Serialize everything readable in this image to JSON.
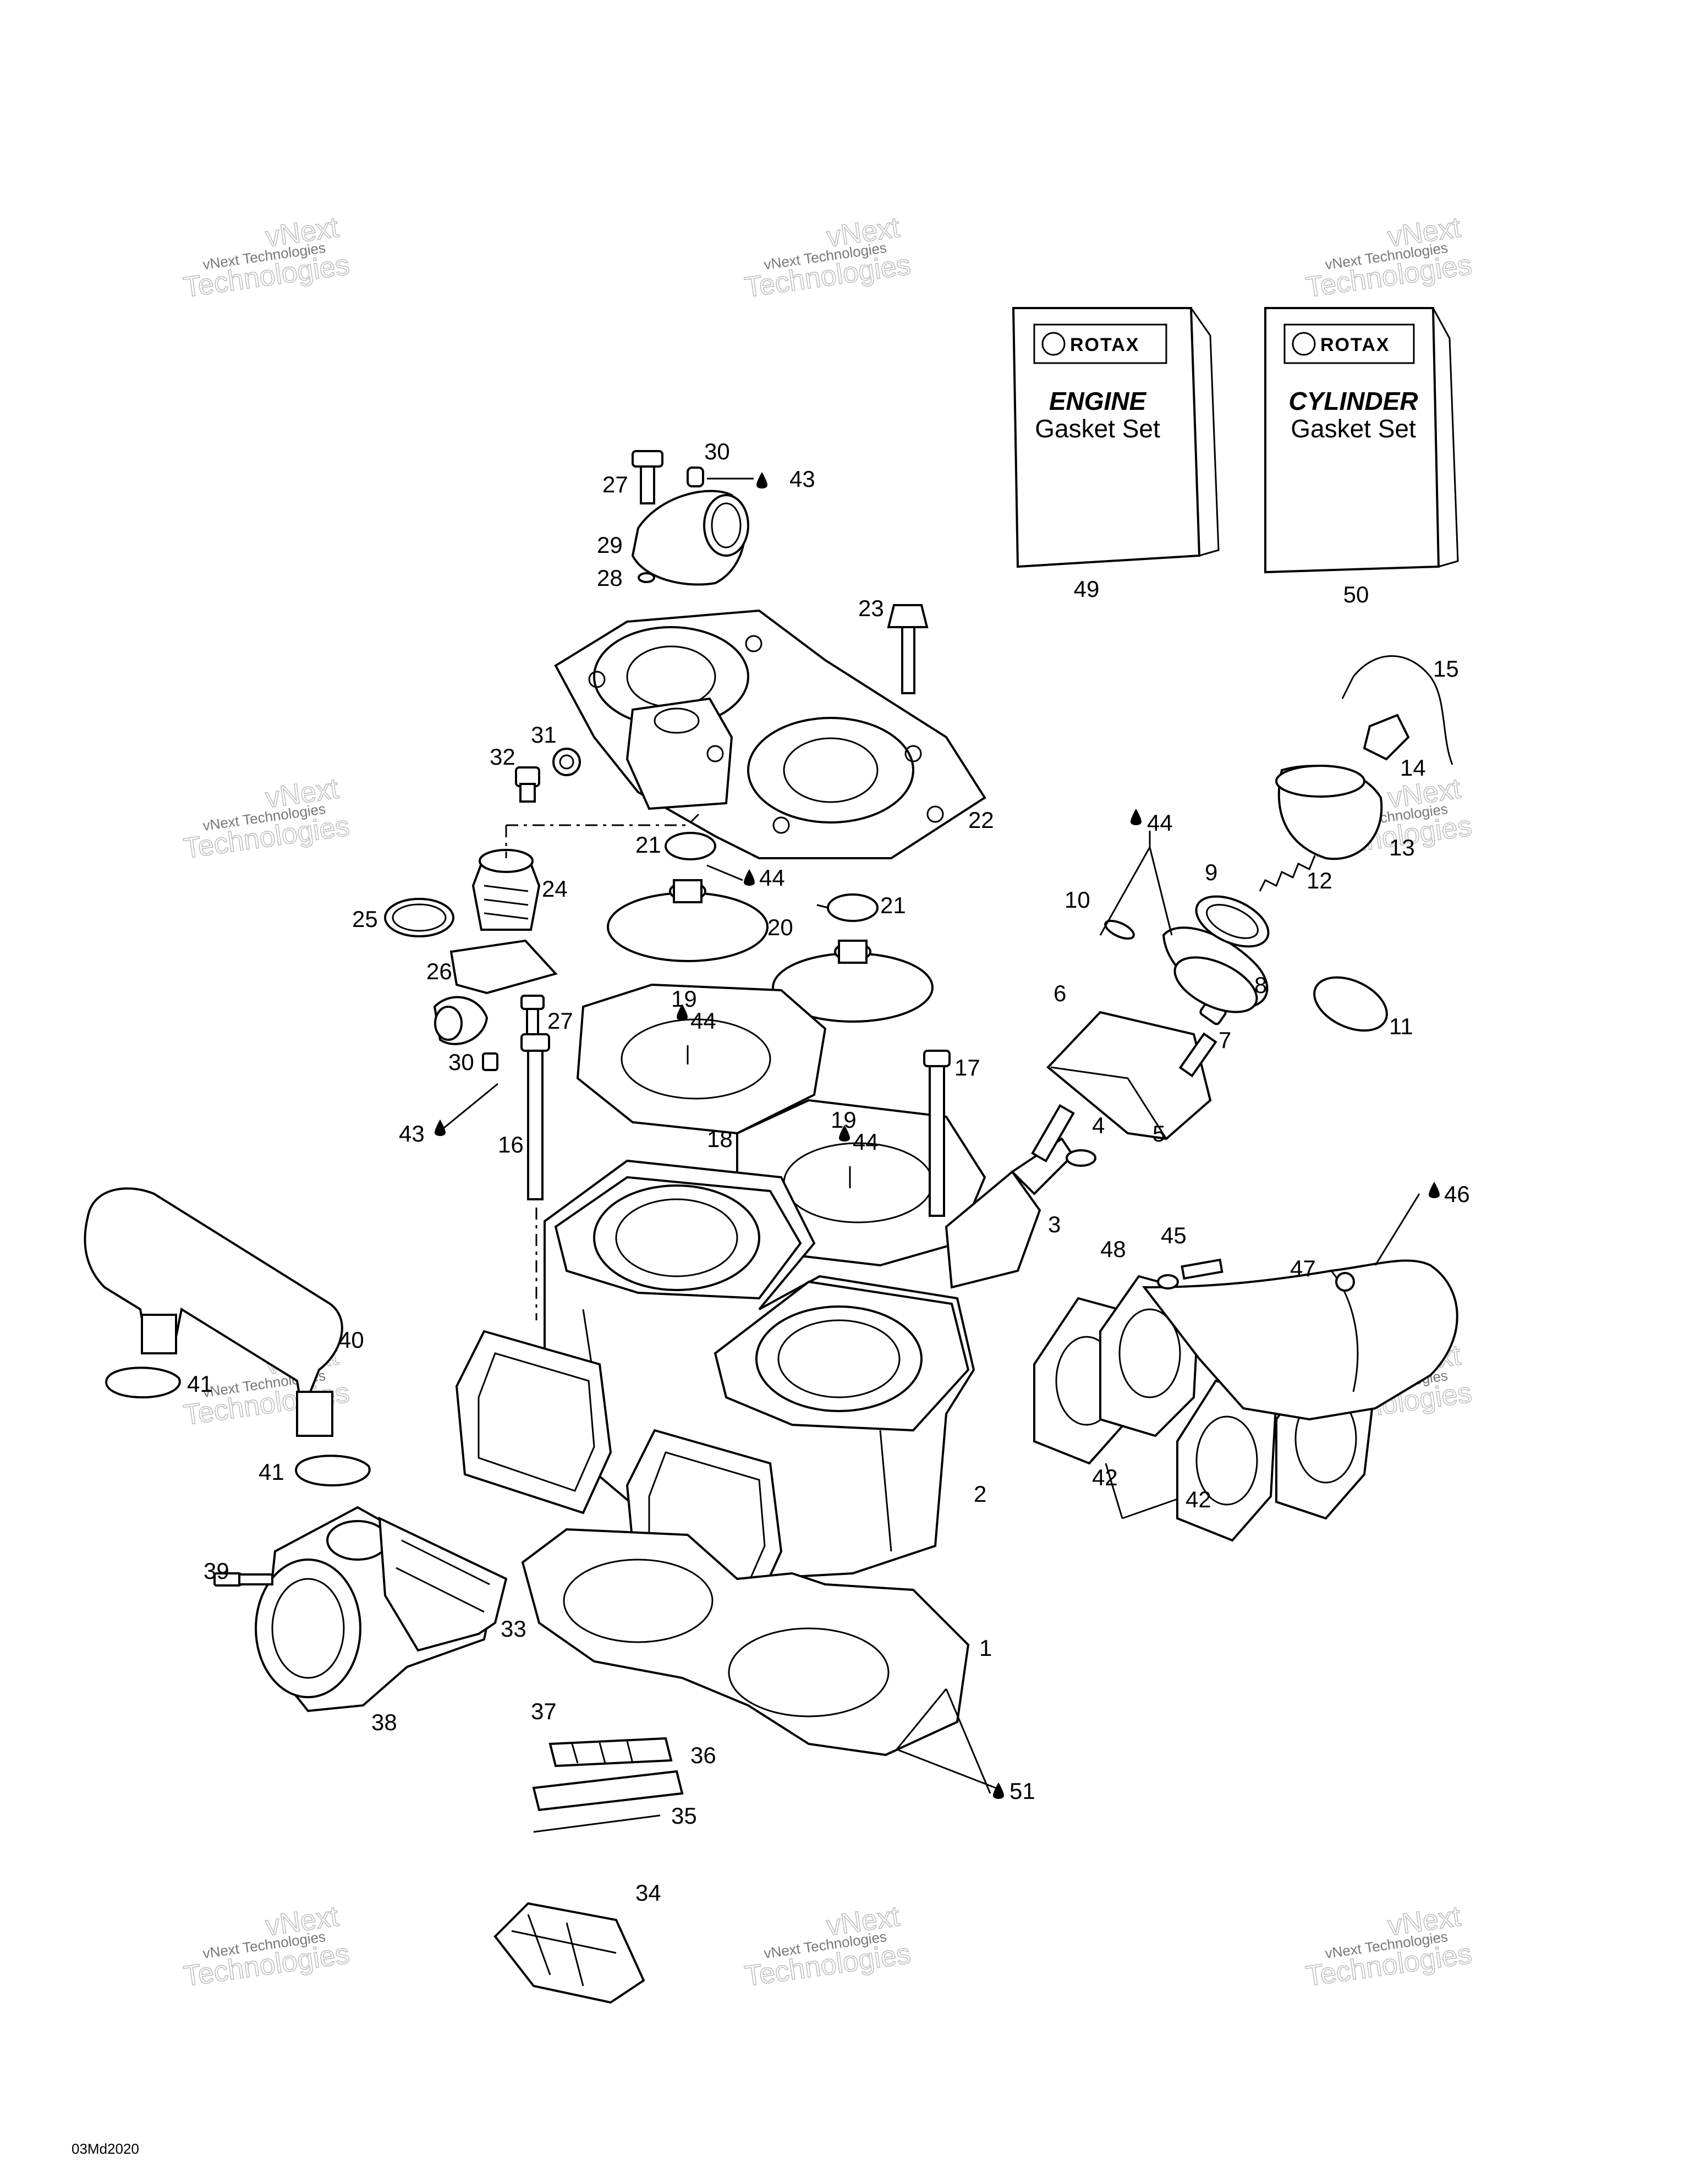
{
  "watermark": {
    "line1": "vNext Technologies",
    "line2": "Technologies",
    "overlay": "vNext"
  },
  "booklets": [
    {
      "brand": "ROTAX",
      "title": "ENGINE",
      "subtitle": "Gasket Set",
      "ref": "49"
    },
    {
      "brand": "ROTAX",
      "title": "CYLINDER",
      "subtitle": "Gasket Set",
      "ref": "50"
    }
  ],
  "callouts": [
    "1",
    "2",
    "3",
    "4",
    "5",
    "6",
    "7",
    "8",
    "9",
    "10",
    "11",
    "12",
    "13",
    "14",
    "15",
    "16",
    "17",
    "18",
    "19",
    "19",
    "20",
    "21",
    "21",
    "22",
    "23",
    "24",
    "25",
    "26",
    "27",
    "27",
    "28",
    "29",
    "30",
    "30",
    "31",
    "32",
    "33",
    "34",
    "35",
    "36",
    "37",
    "38",
    "39",
    "40",
    "41",
    "41",
    "42",
    "42",
    "43",
    "43",
    "44",
    "44",
    "44",
    "44",
    "45",
    "46",
    "47",
    "48",
    "51"
  ],
  "drawing_code": "03Md2020"
}
